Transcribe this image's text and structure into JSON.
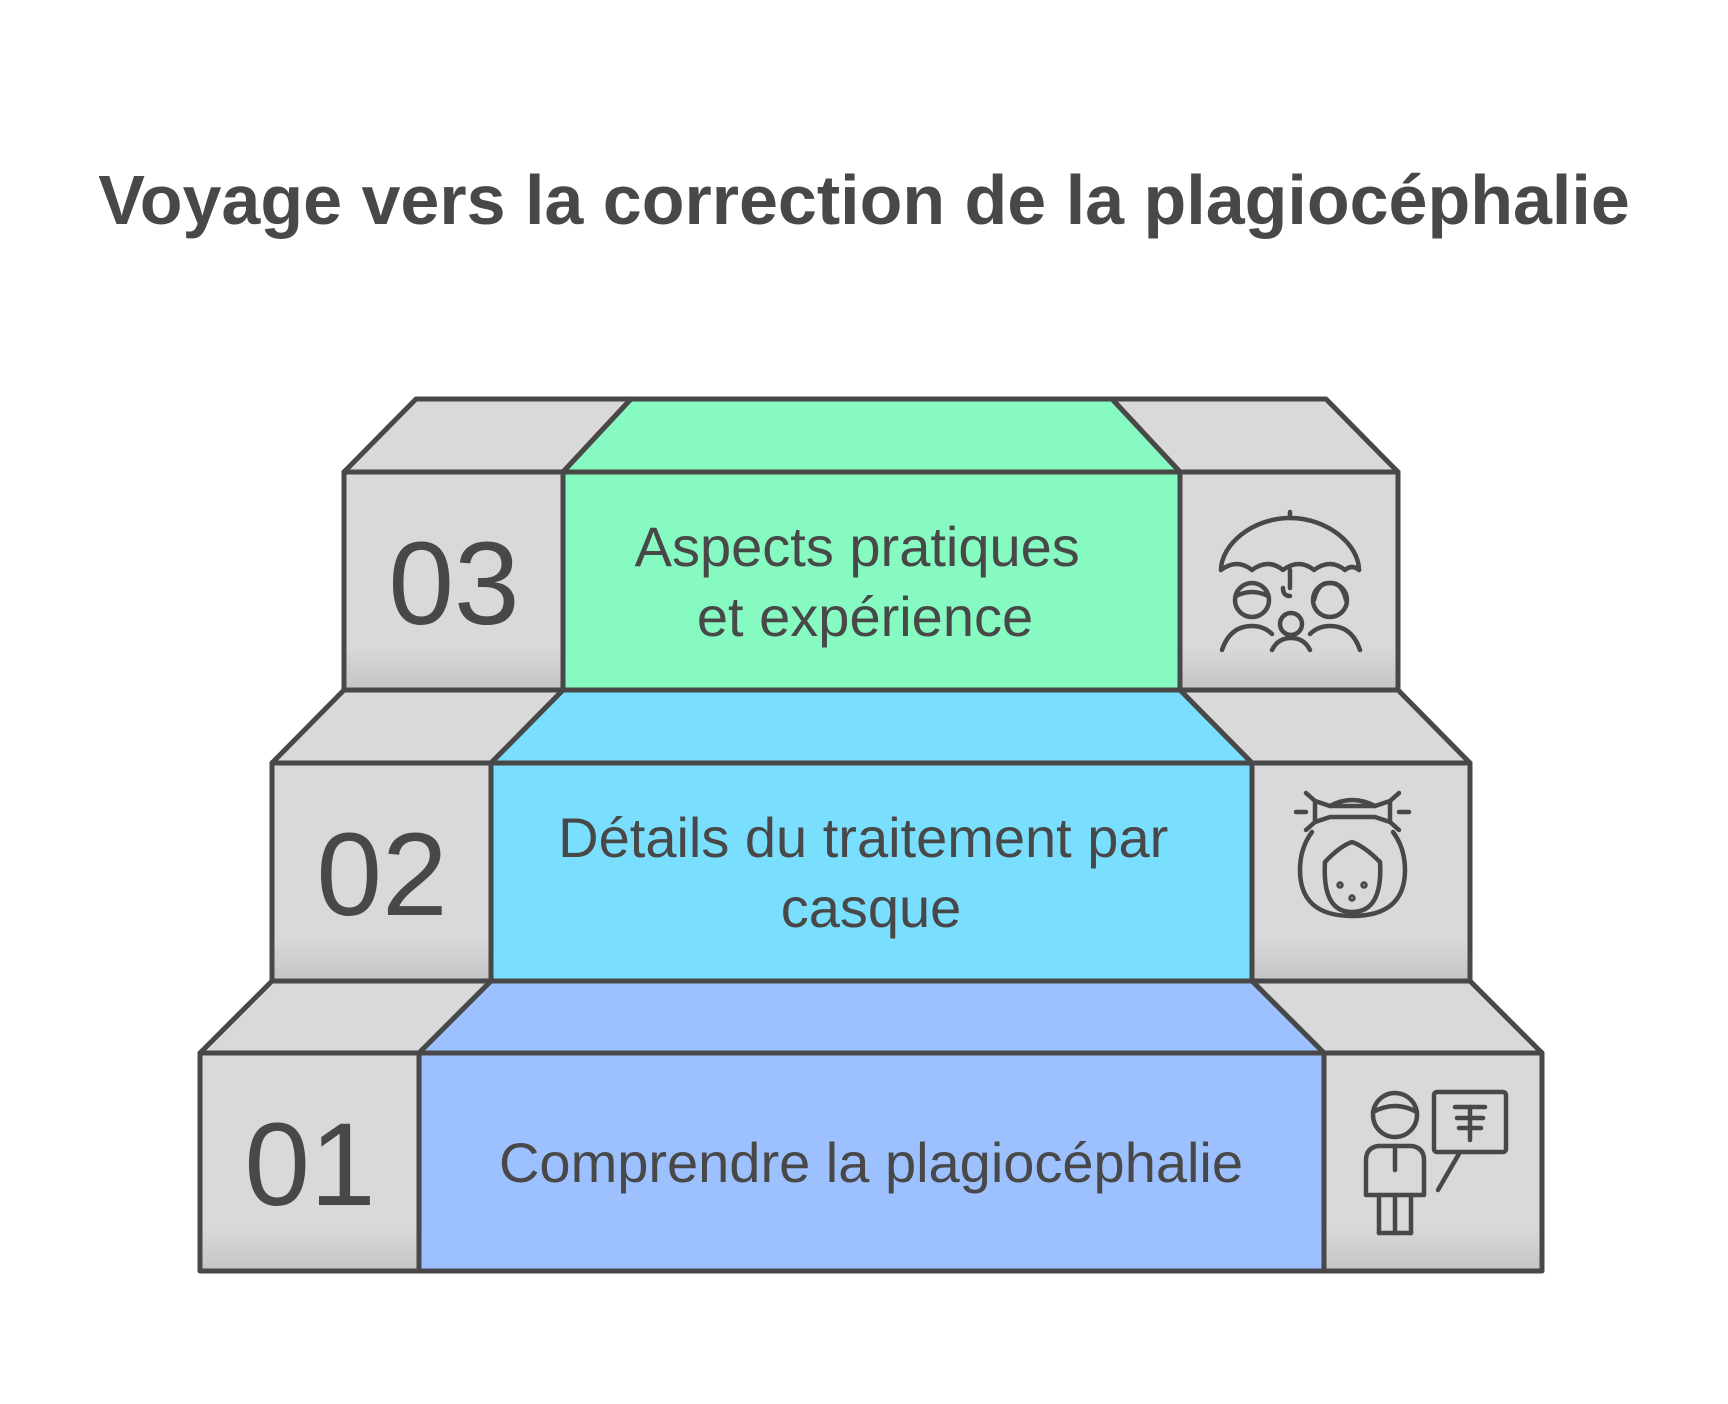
{
  "title": "Voyage vers la correction de la plagiocéphalie",
  "steps": [
    {
      "number": "01",
      "label_lines": [
        "Comprendre la plagiocéphalie"
      ],
      "color": "#9DC0FE",
      "icon": "doctor-xray-icon"
    },
    {
      "number": "02",
      "label_lines": [
        "Détails du traitement par",
        "casque"
      ],
      "color": "#7ADEFE",
      "icon": "baby-helmet-icon"
    },
    {
      "number": "03",
      "label_lines": [
        "Aspects pratiques",
        "et expérience"
      ],
      "color": "#86FAC1",
      "icon": "family-umbrella-icon"
    }
  ],
  "colors": {
    "side_block": "#D9D9D9",
    "outline": "#484848"
  }
}
